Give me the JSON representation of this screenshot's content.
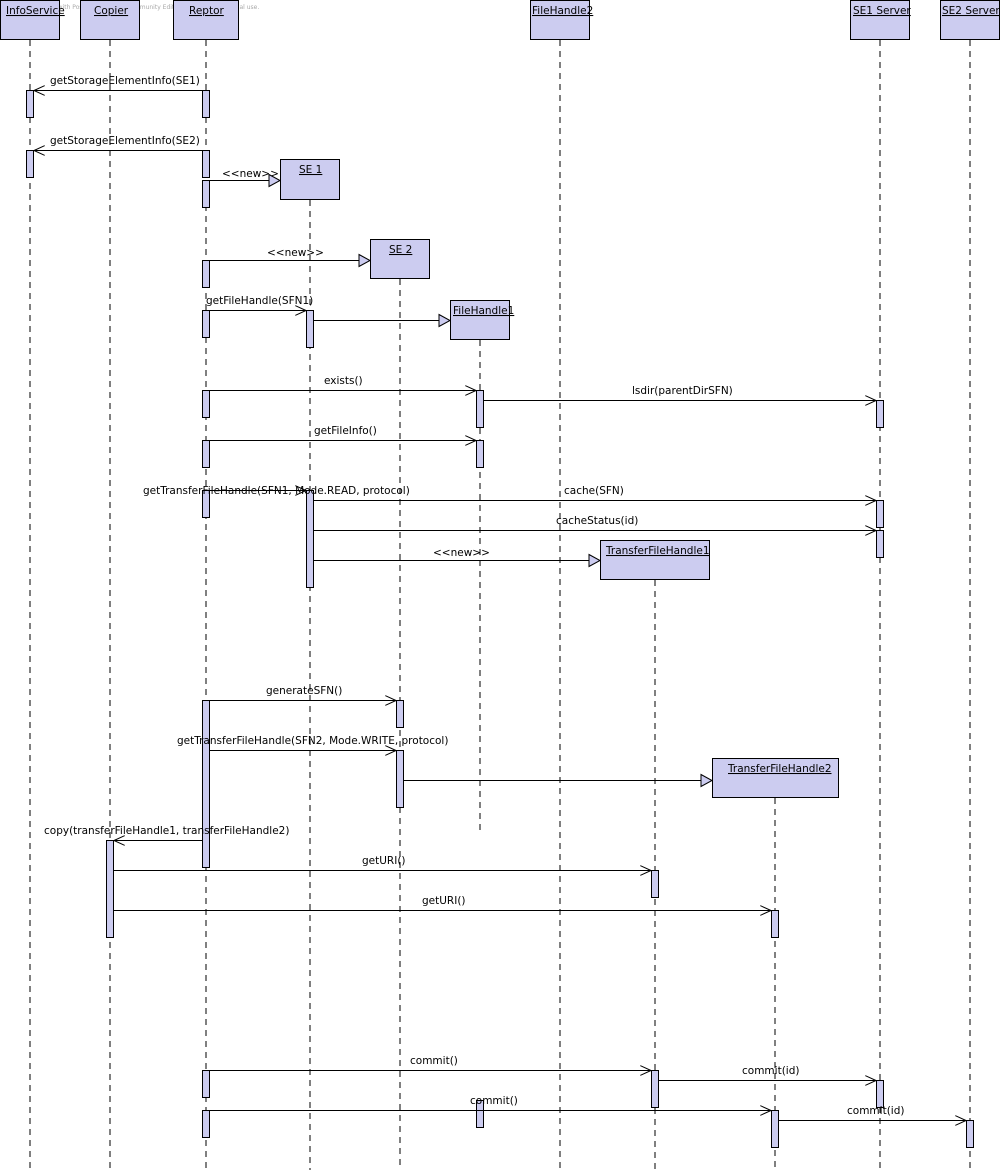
{
  "colors": {
    "box_fill": "#ccccf0",
    "line": "#000000",
    "watermark": "#aaaaaa"
  },
  "watermark": "Created with Poseidon for UML Community Edition. Not for commercial use.",
  "participants": [
    {
      "id": "infoservice",
      "label": "InfoService"
    },
    {
      "id": "copier",
      "label": "Copier"
    },
    {
      "id": "reptor",
      "label": "Reptor"
    },
    {
      "id": "filehandle2",
      "label": "FileHandle2"
    },
    {
      "id": "se1server",
      "label": "SE1 Server"
    },
    {
      "id": "se2server",
      "label": "SE2 Server"
    }
  ],
  "created_objects": [
    {
      "id": "se1",
      "label": "SE 1"
    },
    {
      "id": "se2",
      "label": "SE 2"
    },
    {
      "id": "filehandle1",
      "label": "FileHandle1"
    },
    {
      "id": "tfh1",
      "label": "TransferFileHandle1"
    },
    {
      "id": "tfh2",
      "label": "TransferFileHandle2"
    }
  ],
  "messages": [
    {
      "id": "m1",
      "label": "getStorageElementInfo(SE1)",
      "from": "reptor",
      "to": "infoservice"
    },
    {
      "id": "m2",
      "label": "getStorageElementInfo(SE2)",
      "from": "reptor",
      "to": "infoservice"
    },
    {
      "id": "m3",
      "label": "<<new>>",
      "from": "reptor",
      "to": "se1"
    },
    {
      "id": "m4",
      "label": "<<new>>",
      "from": "reptor",
      "to": "se2"
    },
    {
      "id": "m5",
      "label": "getFileHandle(SFN1)",
      "from": "reptor",
      "to": "se1"
    },
    {
      "id": "m6",
      "label": "",
      "from": "se1",
      "to": "filehandle1"
    },
    {
      "id": "m7",
      "label": "exists()",
      "from": "reptor",
      "to": "filehandle1"
    },
    {
      "id": "m8",
      "label": "lsdir(parentDirSFN)",
      "from": "filehandle1",
      "to": "se1server"
    },
    {
      "id": "m9",
      "label": "getFileInfo()",
      "from": "reptor",
      "to": "filehandle1"
    },
    {
      "id": "m10",
      "label": "getTransferFileHandle(SFN1, Mode.READ, protocol)",
      "from": "reptor",
      "to": "se1"
    },
    {
      "id": "m11",
      "label": "cache(SFN)",
      "from": "se1",
      "to": "se1server"
    },
    {
      "id": "m12",
      "label": "cacheStatus(id)",
      "from": "se1",
      "to": "se1server"
    },
    {
      "id": "m13",
      "label": "<<new>>",
      "from": "se1",
      "to": "tfh1"
    },
    {
      "id": "m14",
      "label": "generateSFN()",
      "from": "reptor",
      "to": "se2"
    },
    {
      "id": "m15",
      "label": "getTransferFileHandle(SFN2, Mode.WRITE, protocol)",
      "from": "reptor",
      "to": "se2"
    },
    {
      "id": "m16",
      "label": "",
      "from": "se2",
      "to": "tfh2"
    },
    {
      "id": "m17",
      "label": "copy(transferFileHandle1, transferFileHandle2)",
      "from": "reptor",
      "to": "copier"
    },
    {
      "id": "m18",
      "label": "getURI()",
      "from": "copier",
      "to": "tfh1"
    },
    {
      "id": "m19",
      "label": "getURI()",
      "from": "copier",
      "to": "tfh2"
    },
    {
      "id": "m20",
      "label": "commit()",
      "from": "reptor",
      "to": "tfh1"
    },
    {
      "id": "m21",
      "label": "commit(id)",
      "from": "tfh1",
      "to": "se1server"
    },
    {
      "id": "m22",
      "label": "commit()",
      "from": "reptor",
      "to": "tfh2"
    },
    {
      "id": "m23",
      "label": "commit(id)",
      "from": "tfh2",
      "to": "se2server"
    }
  ]
}
